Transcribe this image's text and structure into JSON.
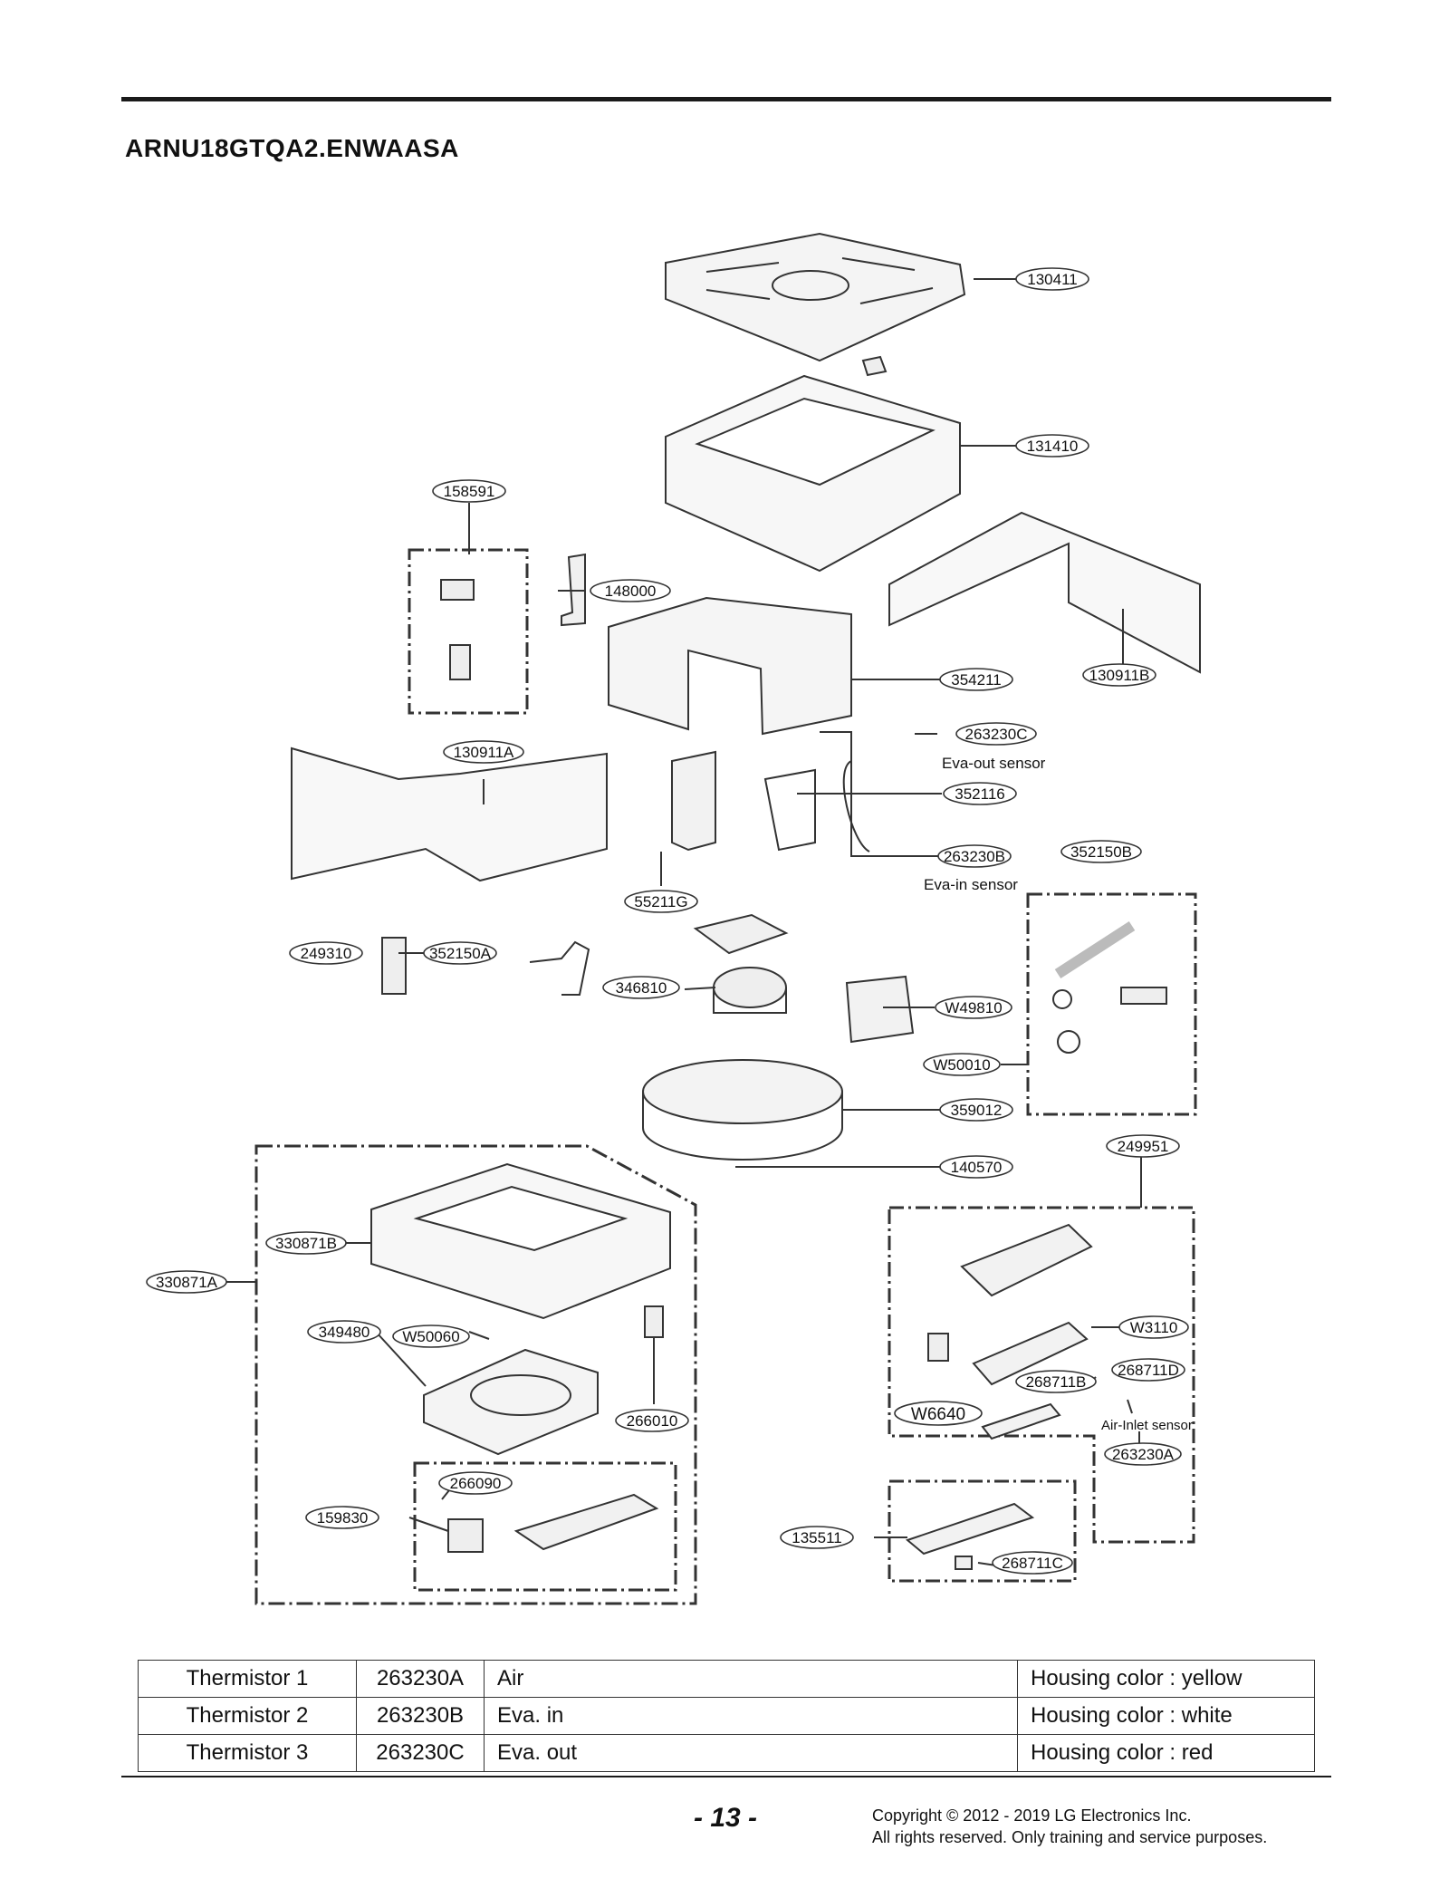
{
  "header": {
    "title": "ARNU18GTQA2.ENWAASA"
  },
  "callouts": [
    {
      "id": "130411"
    },
    {
      "id": "131410"
    },
    {
      "id": "158591"
    },
    {
      "id": "148000"
    },
    {
      "id": "354211"
    },
    {
      "id": "130911B"
    },
    {
      "id": "263230C"
    },
    {
      "id": "130911A"
    },
    {
      "id": "352116"
    },
    {
      "id": "263230B"
    },
    {
      "id": "352150B"
    },
    {
      "id": "55211G"
    },
    {
      "id": "249310"
    },
    {
      "id": "352150A"
    },
    {
      "id": "346810"
    },
    {
      "id": "W49810"
    },
    {
      "id": "W50010"
    },
    {
      "id": "359012"
    },
    {
      "id": "249951"
    },
    {
      "id": "140570"
    },
    {
      "id": "330871B"
    },
    {
      "id": "330871A"
    },
    {
      "id": "349480"
    },
    {
      "id": "W50060"
    },
    {
      "id": "W3110"
    },
    {
      "id": "268711B"
    },
    {
      "id": "268711D"
    },
    {
      "id": "266010"
    },
    {
      "id": "W6640"
    },
    {
      "id": "263230A"
    },
    {
      "id": "266090"
    },
    {
      "id": "159830"
    },
    {
      "id": "135511"
    },
    {
      "id": "268711C"
    }
  ],
  "annotations": {
    "eva_out": "Eva-out sensor",
    "eva_in": "Eva-in sensor",
    "air_inlet": "Air-Inlet sensor"
  },
  "thermistors": [
    {
      "name": "Thermistor 1",
      "part": "263230A",
      "location": "Air",
      "housing": "Housing color : yellow"
    },
    {
      "name": "Thermistor 2",
      "part": "263230B",
      "location": "Eva. in",
      "housing": "Housing color : white"
    },
    {
      "name": "Thermistor 3",
      "part": "263230C",
      "location": "Eva. out",
      "housing": "Housing color : red"
    }
  ],
  "footer": {
    "page": "- 13 -",
    "copyright_line1": "Copyright © 2012 - 2019 LG Electronics Inc.",
    "copyright_line2": "All rights reserved. Only training and service purposes."
  }
}
